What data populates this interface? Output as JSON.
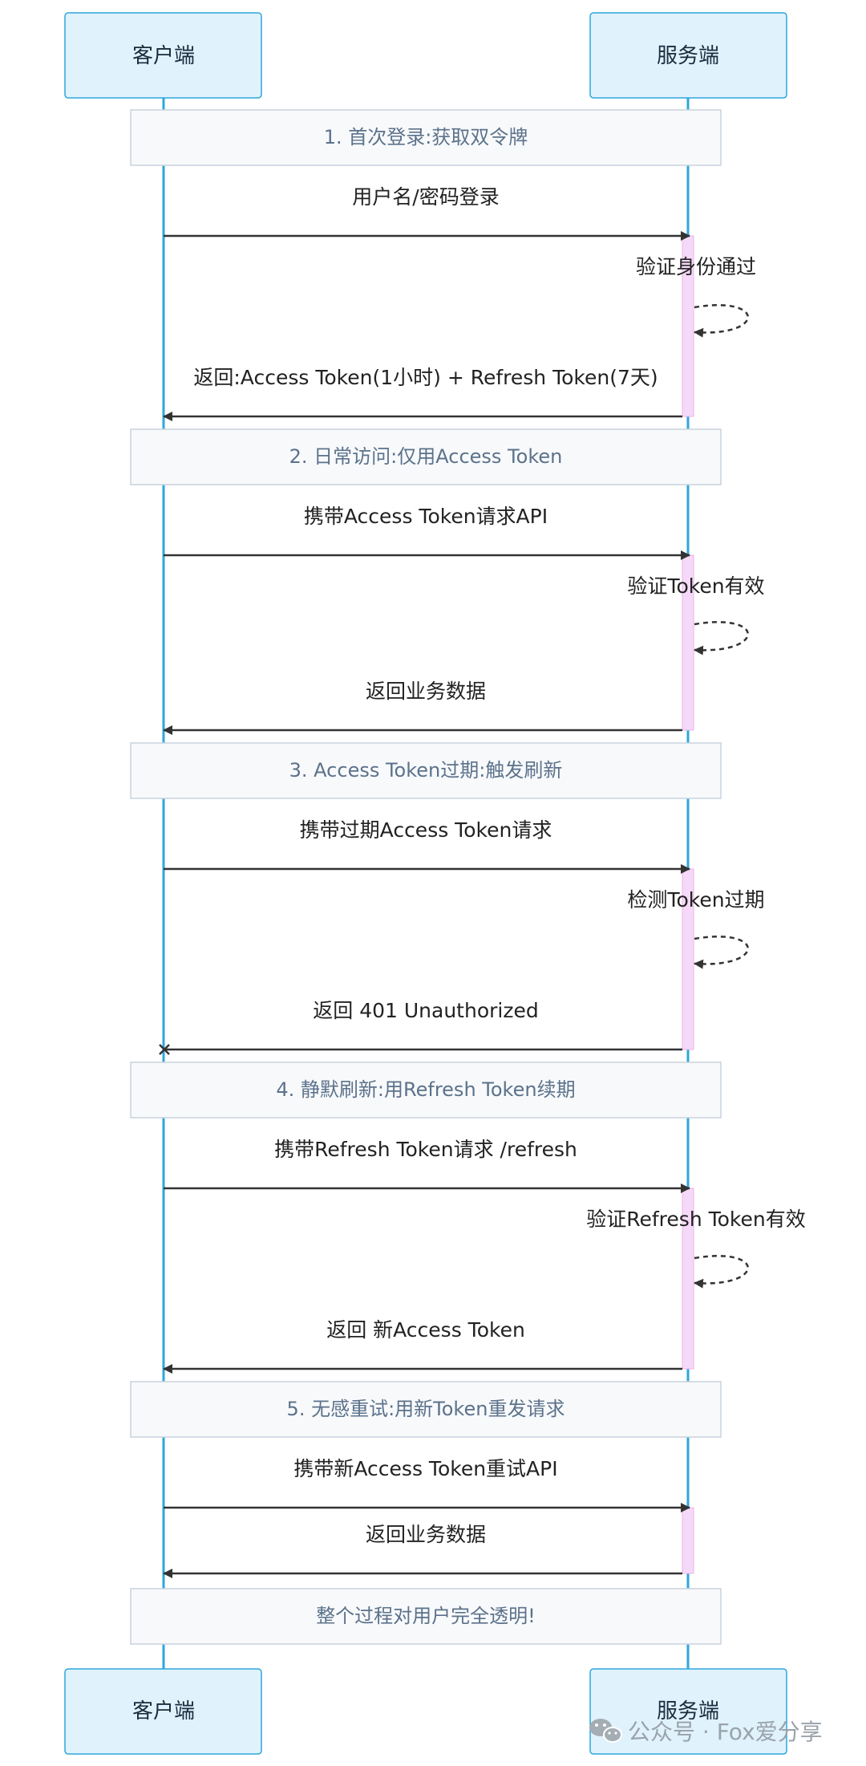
{
  "actors": {
    "client": "客户端",
    "server": "服务端"
  },
  "notes": [
    "1. 首次登录:获取双令牌",
    "2. 日常访问:仅用Access Token",
    "3. Access Token过期:触发刷新",
    "4. 静默刷新:用Refresh Token续期",
    "5. 无感重试:用新Token重发请求",
    "整个过程对用户完全透明!"
  ],
  "messages": [
    "用户名/密码登录",
    "验证身份通过",
    "返回:Access Token(1小时) + Refresh Token(7天)",
    "携带Access Token请求API",
    "验证Token有效",
    "返回业务数据",
    "携带过期Access Token请求",
    "检测Token过期",
    "返回 401 Unauthorized",
    "携带Refresh Token请求 /refresh",
    "验证Refresh Token有效",
    "返回 新Access Token",
    "携带新Access Token重试API",
    "返回业务数据"
  ],
  "watermark": {
    "text": "公众号 · Fox爱分享",
    "icon": "wechat-icon"
  },
  "colors": {
    "actor_fill": "#e0f2fc",
    "actor_border": "#2ea6dc",
    "lifeline": "#2ea6dc",
    "activation": "#f6d9f8",
    "note_fill": "#f8f9fb",
    "note_text": "#5b728b",
    "arrow": "#333333"
  }
}
